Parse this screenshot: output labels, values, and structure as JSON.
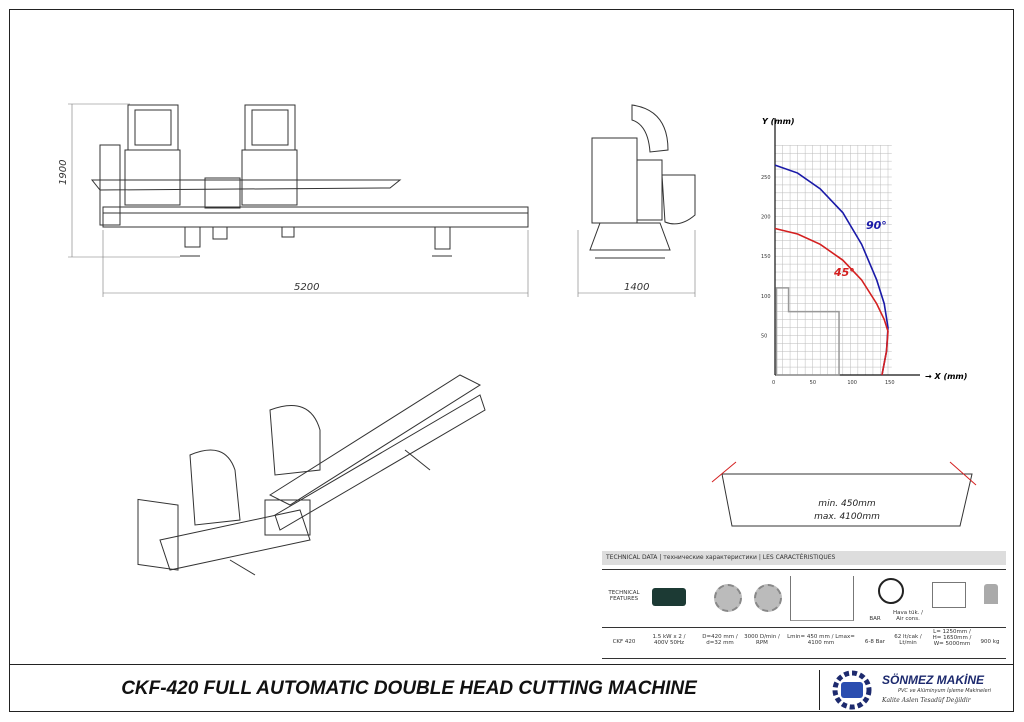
{
  "title": "CKF-420 FULL AUTOMATIC DOUBLE HEAD CUTTING MACHINE",
  "brand": {
    "name": "SÖNMEZ MAKİNE",
    "tagline": "PVC ve Alüminyum İşleme Makineleri",
    "slogan": "Kalite Aslen Tesadüf Değildir"
  },
  "dimensions": {
    "height": "1900",
    "length": "5200",
    "depth": "1400"
  },
  "profile_range": {
    "min": "min. 450mm",
    "max": "max. 4100mm"
  },
  "chart_data": {
    "type": "line",
    "xlabel": "X (mm)",
    "ylabel": "Y (mm)",
    "xticks": [
      "0",
      "50",
      "100",
      "150"
    ],
    "yticks": [
      "50",
      "100",
      "150",
      "200",
      "250"
    ],
    "xlim": [
      0,
      155
    ],
    "ylim": [
      0,
      290
    ],
    "grid": true,
    "series": [
      {
        "name": "90°",
        "color": "#1a1aa8",
        "x": [
          0,
          30,
          60,
          90,
          115,
          135,
          145,
          150,
          148,
          142
        ],
        "y": [
          265,
          255,
          235,
          205,
          165,
          120,
          90,
          60,
          30,
          0
        ]
      },
      {
        "name": "45°",
        "color": "#d42020",
        "x": [
          0,
          30,
          60,
          90,
          115,
          135,
          145,
          150,
          148,
          142
        ],
        "y": [
          185,
          178,
          165,
          145,
          120,
          90,
          70,
          55,
          30,
          0
        ]
      }
    ]
  },
  "table": {
    "header": "TECHNICAL DATA | технические характеристики | LES CARACTÉRISTIQUES",
    "row_label_1": "TECHNICAL FEATURES",
    "bar_label": "BAR",
    "air_label": "Hava tük. / Air cons.",
    "model": "CKF 420",
    "values": [
      "1.5 kW x 2 / 400V 50Hz",
      "D=420 mm / d=32 mm",
      "3000 D/min / RPM",
      "Lmin= 450 mm / Lmax= 4100 mm",
      "6-8 Bar",
      "62 lt/cak / Lt/min",
      "L= 1250mm / H= 1650mm / W= 5000mm",
      "900 kg"
    ]
  }
}
